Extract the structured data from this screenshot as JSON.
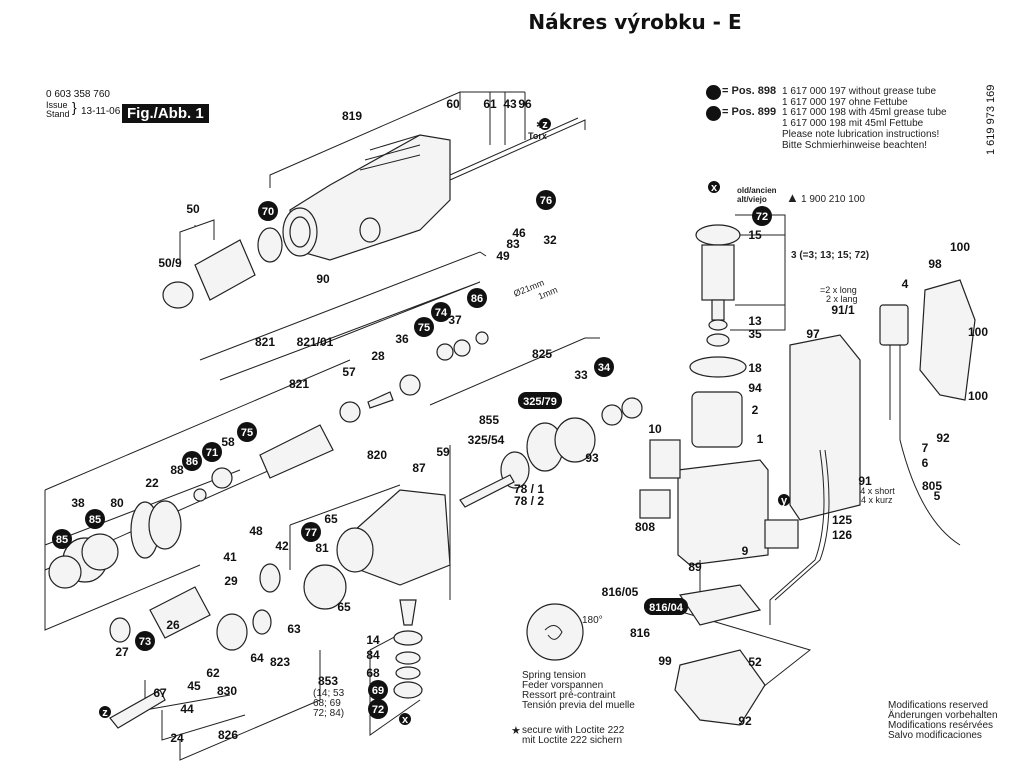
{
  "page_title": "Nákres výrobku - E",
  "header": {
    "part_number": "0 603 358 760",
    "issue_label": "Issue",
    "stand_label": "Stand",
    "issue_date": "13-11-06",
    "figure_label": "Fig./Abb. 1"
  },
  "side_code": "1 619 973 169",
  "grease_notes": {
    "pos_898_label": "= Pos. 898",
    "pos_898_line1": "1 617 000 197 without grease tube",
    "pos_898_line2": "1 617 000 197 ohne Fettube",
    "pos_899_label": "= Pos. 899",
    "pos_899_line1": "1 617 000 198 with 45ml grease tube",
    "pos_899_line2": "1 617 000 198 mit 45ml Fettube",
    "note_line1": "Please note lubrication instructions!",
    "note_line2": "Bitte Schmierhinweise beachten!"
  },
  "old_part_note": {
    "label_line1": "old/ancien",
    "label_line2": "alt/viejo",
    "part_number": "1 900 210 100"
  },
  "armature_set": "3 (=3; 13; 15; 72)",
  "bearing_set_note": "(14; 53 68; 69 72; 84)",
  "screw_notes": {
    "long_line1": "=2 x long",
    "long_line2": "2 x lang",
    "short_line1": "=4 x short",
    "short_line2": "4 x kurz"
  },
  "dimension_notes": {
    "diameter": "Ø21mm",
    "thickness": "1mm"
  },
  "torx_label": "Torx",
  "spring_note": {
    "angle": "180°",
    "lines": [
      "Spring tension",
      "Feder vorspannen",
      "Ressort pré-contraint",
      "Tensión previa del muelle"
    ]
  },
  "loctite_note": {
    "line1": "secure with Loctite 222",
    "line2": "mit Loctite 222 sichern"
  },
  "modifications_note": [
    "Modifications reserved",
    "Änderungen vorbehalten",
    "Modifications resérvées",
    "Salvo modificaciones"
  ],
  "part_labels": [
    {
      "id": "819",
      "t": "819"
    },
    {
      "id": "60",
      "t": "60"
    },
    {
      "id": "61",
      "t": "61"
    },
    {
      "id": "43",
      "t": "43"
    },
    {
      "id": "96",
      "t": "96"
    },
    {
      "id": "50",
      "t": "50"
    },
    {
      "id": "50-9",
      "t": "50/9"
    },
    {
      "id": "90",
      "t": "90"
    },
    {
      "id": "46",
      "t": "46"
    },
    {
      "id": "83",
      "t": "83"
    },
    {
      "id": "49",
      "t": "49"
    },
    {
      "id": "32",
      "t": "32"
    },
    {
      "id": "821a",
      "t": "821"
    },
    {
      "id": "821-01",
      "t": "821/01"
    },
    {
      "id": "821b",
      "t": "821"
    },
    {
      "id": "57",
      "t": "57"
    },
    {
      "id": "28",
      "t": "28"
    },
    {
      "id": "36",
      "t": "36"
    },
    {
      "id": "37",
      "t": "37"
    },
    {
      "id": "58",
      "t": "58"
    },
    {
      "id": "88",
      "t": "88"
    },
    {
      "id": "22",
      "t": "22"
    },
    {
      "id": "80",
      "t": "80"
    },
    {
      "id": "38",
      "t": "38"
    },
    {
      "id": "825",
      "t": "825"
    },
    {
      "id": "33",
      "t": "33"
    },
    {
      "id": "855",
      "t": "855"
    },
    {
      "id": "325-54",
      "t": "325/54"
    },
    {
      "id": "93",
      "t": "93"
    },
    {
      "id": "78-1",
      "t": "78 / 1"
    },
    {
      "id": "78-2",
      "t": "78 / 2"
    },
    {
      "id": "820",
      "t": "820"
    },
    {
      "id": "87",
      "t": "87"
    },
    {
      "id": "59",
      "t": "59"
    },
    {
      "id": "48",
      "t": "48"
    },
    {
      "id": "42",
      "t": "42"
    },
    {
      "id": "65a",
      "t": "65"
    },
    {
      "id": "81",
      "t": "81"
    },
    {
      "id": "65b",
      "t": "65"
    },
    {
      "id": "41",
      "t": "41"
    },
    {
      "id": "29",
      "t": "29"
    },
    {
      "id": "26",
      "t": "26"
    },
    {
      "id": "27",
      "t": "27"
    },
    {
      "id": "63",
      "t": "63"
    },
    {
      "id": "64",
      "t": "64"
    },
    {
      "id": "823",
      "t": "823"
    },
    {
      "id": "62",
      "t": "62"
    },
    {
      "id": "830",
      "t": "830"
    },
    {
      "id": "67",
      "t": "67"
    },
    {
      "id": "45",
      "t": "45"
    },
    {
      "id": "44",
      "t": "44"
    },
    {
      "id": "24",
      "t": "24"
    },
    {
      "id": "826",
      "t": "826"
    },
    {
      "id": "14",
      "t": "14"
    },
    {
      "id": "84",
      "t": "84"
    },
    {
      "id": "68",
      "t": "68"
    },
    {
      "id": "853",
      "t": "853"
    },
    {
      "id": "15",
      "t": "15"
    },
    {
      "id": "13",
      "t": "13"
    },
    {
      "id": "35",
      "t": "35"
    },
    {
      "id": "18",
      "t": "18"
    },
    {
      "id": "94",
      "t": "94"
    },
    {
      "id": "2",
      "t": "2"
    },
    {
      "id": "10",
      "t": "10"
    },
    {
      "id": "1",
      "t": "1"
    },
    {
      "id": "808",
      "t": "808"
    },
    {
      "id": "9",
      "t": "9"
    },
    {
      "id": "89",
      "t": "89"
    },
    {
      "id": "816-05",
      "t": "816/05"
    },
    {
      "id": "816",
      "t": "816"
    },
    {
      "id": "99",
      "t": "99"
    },
    {
      "id": "52",
      "t": "52"
    },
    {
      "id": "92b",
      "t": "92"
    },
    {
      "id": "97",
      "t": "97"
    },
    {
      "id": "91-1",
      "t": "91/1"
    },
    {
      "id": "4",
      "t": "4"
    },
    {
      "id": "98",
      "t": "98"
    },
    {
      "id": "100a",
      "t": "100"
    },
    {
      "id": "100b",
      "t": "100"
    },
    {
      "id": "100c",
      "t": "100"
    },
    {
      "id": "92a",
      "t": "92"
    },
    {
      "id": "7",
      "t": "7"
    },
    {
      "id": "6",
      "t": "6"
    },
    {
      "id": "91",
      "t": "91"
    },
    {
      "id": "805",
      "t": "805"
    },
    {
      "id": "5",
      "t": "5"
    },
    {
      "id": "125",
      "t": "125"
    },
    {
      "id": "126",
      "t": "126"
    }
  ],
  "bullet_labels": [
    {
      "id": "70",
      "t": "70"
    },
    {
      "id": "76",
      "t": "76"
    },
    {
      "id": "86",
      "t": "86"
    },
    {
      "id": "74",
      "t": "74"
    },
    {
      "id": "75a",
      "t": "75"
    },
    {
      "id": "75b",
      "t": "75"
    },
    {
      "id": "71",
      "t": "71"
    },
    {
      "id": "86b",
      "t": "86"
    },
    {
      "id": "85a",
      "t": "85"
    },
    {
      "id": "85b",
      "t": "85"
    },
    {
      "id": "34",
      "t": "34"
    },
    {
      "id": "77",
      "t": "77"
    },
    {
      "id": "73",
      "t": "73"
    },
    {
      "id": "69",
      "t": "69"
    },
    {
      "id": "72a",
      "t": "72"
    },
    {
      "id": "72b",
      "t": "72"
    },
    {
      "id": "z1",
      "t": "z"
    },
    {
      "id": "z2",
      "t": "z"
    },
    {
      "id": "x1",
      "t": "x"
    },
    {
      "id": "x2",
      "t": "x"
    },
    {
      "id": "y",
      "t": "y"
    }
  ],
  "pill_labels": [
    {
      "id": "325-79",
      "t": "325/79"
    },
    {
      "id": "816-04",
      "t": "816/04"
    }
  ]
}
